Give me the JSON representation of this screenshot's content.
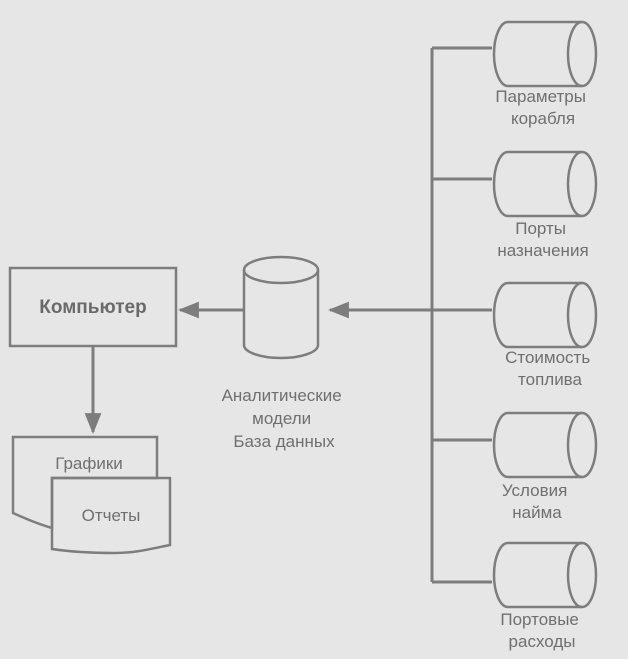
{
  "computer": {
    "label": "Компьютер"
  },
  "database": {
    "lines": [
      "Аналитические",
      "модели",
      "База данных"
    ]
  },
  "outputs": {
    "graphics": "Графики",
    "reports": "Отчеты"
  },
  "sources": [
    {
      "lines": [
        "Параметры",
        "корабля"
      ]
    },
    {
      "lines": [
        "Порты",
        "назначения"
      ]
    },
    {
      "lines": [
        "Стоимость",
        "топлива"
      ]
    },
    {
      "lines": [
        "Условия",
        "найма"
      ]
    },
    {
      "lines": [
        "Портовые",
        "расходы"
      ]
    }
  ],
  "colors": {
    "background": "#e6e6e6",
    "line": "#7d7d7d",
    "text": "#6f6f6f"
  }
}
